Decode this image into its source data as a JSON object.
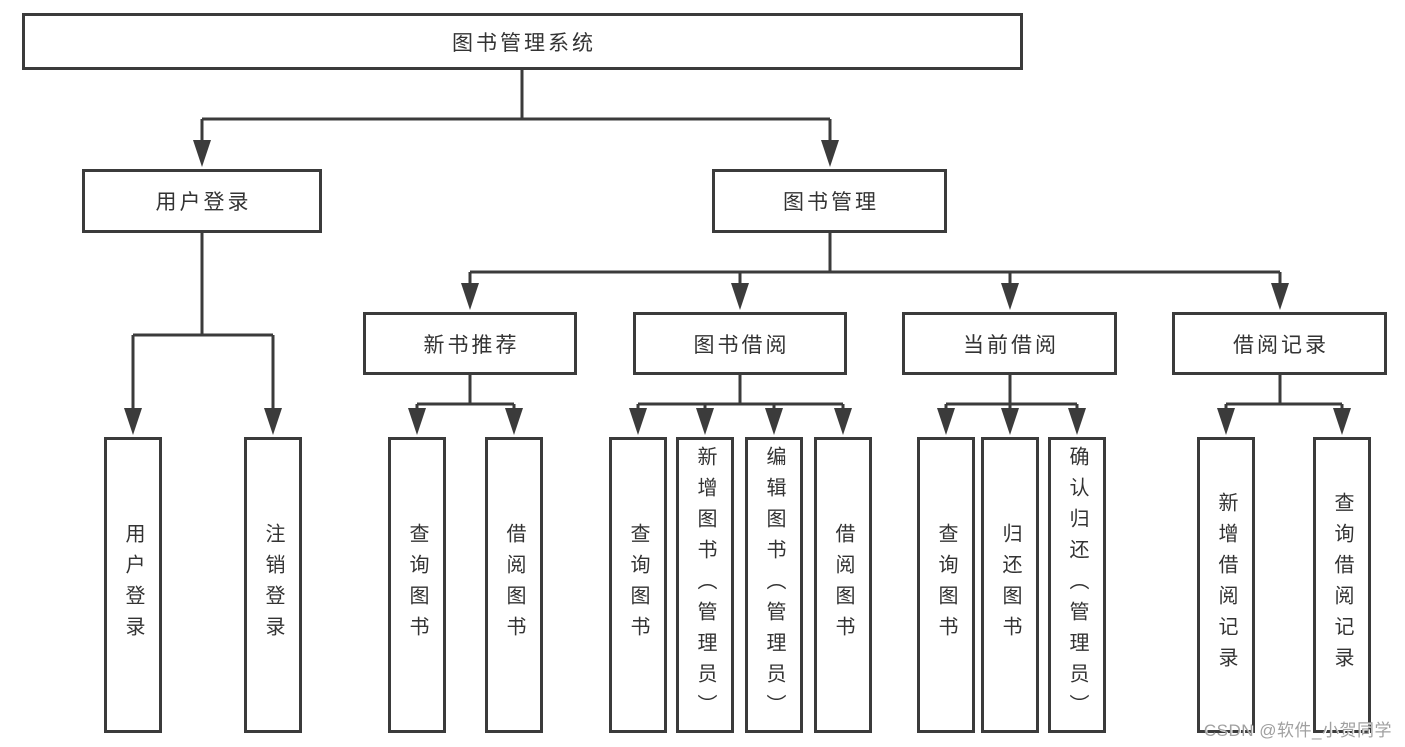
{
  "watermark": "CSDN @软件_小贺同学",
  "colors": {
    "line": "#3b3b3b",
    "text": "#333333",
    "box_background": "#ffffff",
    "watermark": "#a0a0a0"
  },
  "tree": {
    "label": "图书管理系统",
    "children": [
      {
        "label": "用户登录",
        "children": [
          {
            "label": "用户登录"
          },
          {
            "label": "注销登录"
          }
        ]
      },
      {
        "label": "图书管理",
        "children": [
          {
            "label": "新书推荐",
            "children": [
              {
                "label": "查询图书"
              },
              {
                "label": "借阅图书"
              }
            ]
          },
          {
            "label": "图书借阅",
            "children": [
              {
                "label": "查询图书"
              },
              {
                "label": "新增图书（管理员）"
              },
              {
                "label": "编辑图书（管理员）"
              },
              {
                "label": "借阅图书"
              }
            ]
          },
          {
            "label": "当前借阅",
            "children": [
              {
                "label": "查询图书"
              },
              {
                "label": "归还图书"
              },
              {
                "label": "确认归还（管理员）"
              }
            ]
          },
          {
            "label": "借阅记录",
            "children": [
              {
                "label": "新增借阅记录"
              },
              {
                "label": "查询借阅记录"
              }
            ]
          }
        ]
      }
    ]
  }
}
